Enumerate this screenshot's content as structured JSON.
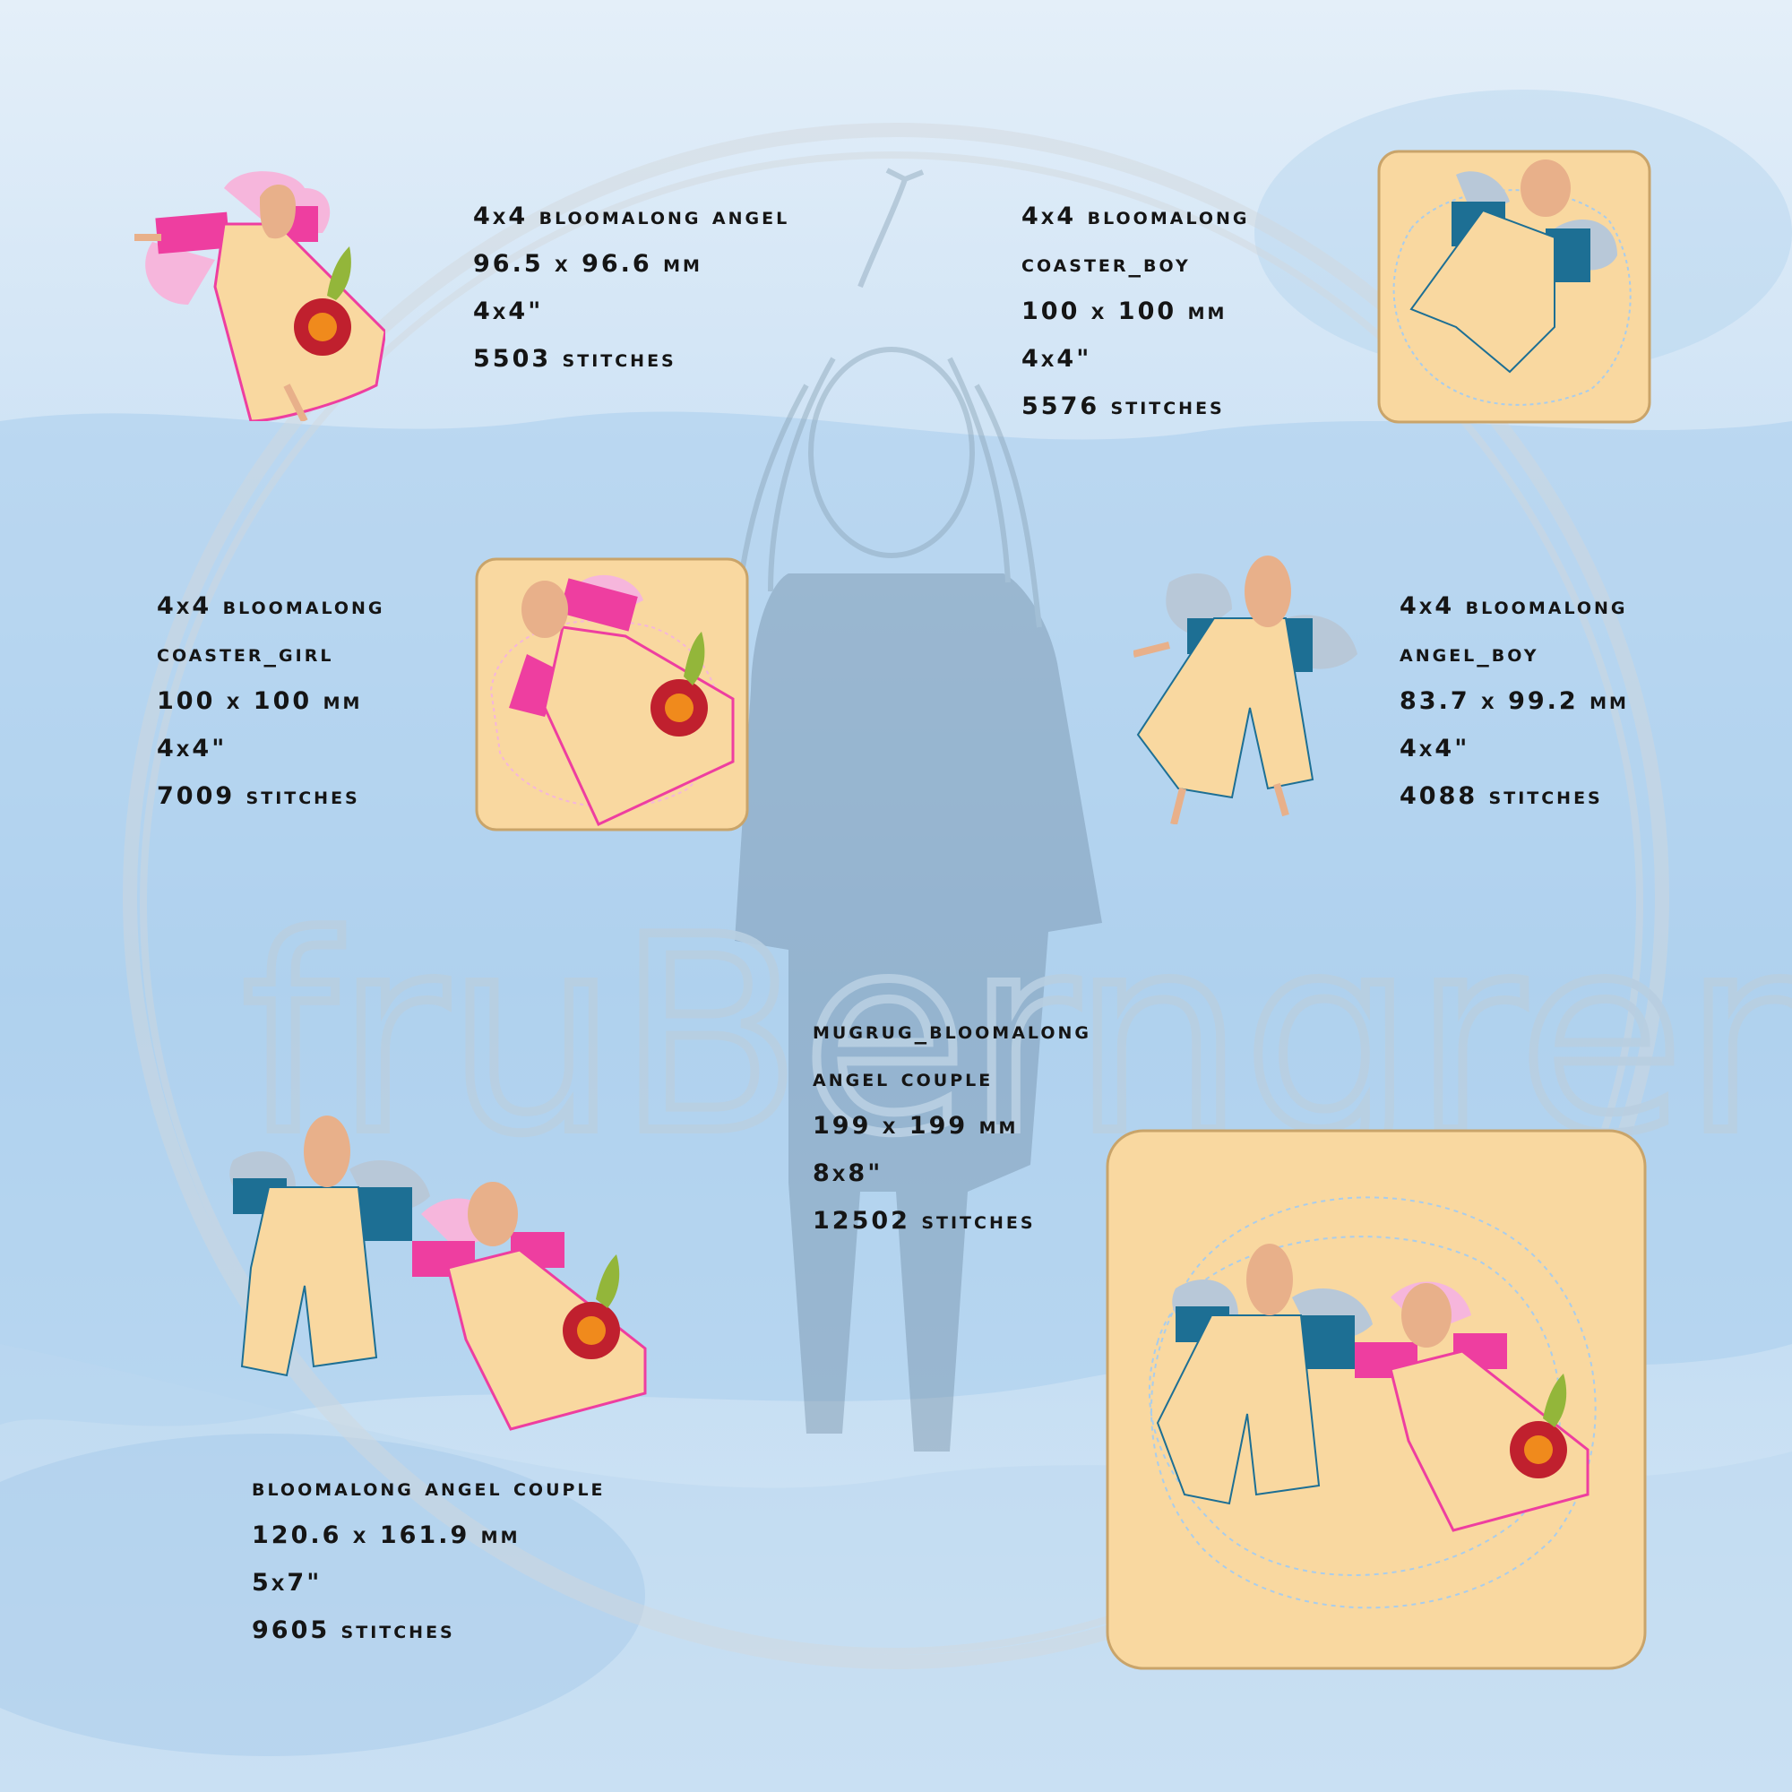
{
  "watermark": {
    "text": "fruBerngren",
    "style": "circular logo with girl figure"
  },
  "colors": {
    "background": "#cfe3f5",
    "watercolor_band": "#a9cdec",
    "coaster": "#f9d8a0",
    "pink": "#ee3ea0",
    "teal": "#1d6f94",
    "flower_red": "#c0202e",
    "flower_orange": "#f08a1c",
    "leaf": "#93b63a"
  },
  "designs": [
    {
      "name": "4x4 BLOOMALONG ANGEL",
      "size_mm": "96.5 x 96.6 MM",
      "hoop": "4x4\"",
      "stitches": "5503 STITCHES",
      "icon": "angel-girl"
    },
    {
      "name_line1": "4x4 BLOOMALONG",
      "name_line2": "COASTER_BOY",
      "size_mm": "100 x 100 MM",
      "hoop": "4x4\"",
      "stitches": "5576 STITCHES",
      "icon": "coaster-boy"
    },
    {
      "name_line1": "4x4 BLOOMALONG",
      "name_line2": "COASTER_GIRL",
      "size_mm": "100 x 100 MM",
      "hoop": "4x4\"",
      "stitches": "7009 STITCHES",
      "icon": "coaster-girl"
    },
    {
      "name_line1": "4x4 BLOOMALONG",
      "name_line2": "ANGEL_BOY",
      "size_mm": "83.7 x 99.2 MM",
      "hoop": "4x4\"",
      "stitches": "4088 STITCHES",
      "icon": "angel-boy"
    },
    {
      "name_line1": "MUGRUG_BLOOMALONG",
      "name_line2": "ANGEL COUPLE",
      "size_mm": "199 x 199 MM",
      "hoop": "8x8\"",
      "stitches": "12502 STITCHES",
      "icon": "mugrug-couple"
    },
    {
      "name": "BLOOMALONG ANGEL COUPLE",
      "size_mm": "120.6 x 161.9 MM",
      "hoop": "5x7\"",
      "stitches": "9605 STITCHES",
      "icon": "angel-couple"
    }
  ]
}
